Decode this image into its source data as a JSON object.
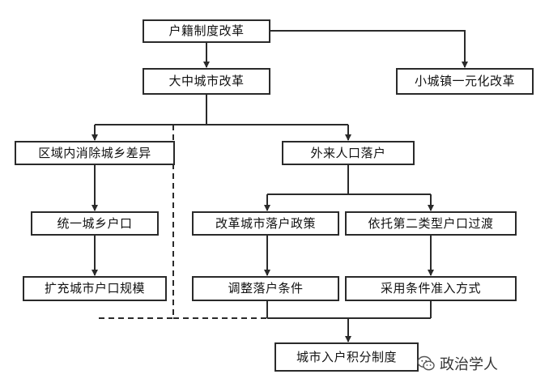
{
  "diagram": {
    "nodes": {
      "root": "户籍制度改革",
      "large_medium_city_reform": "大中城市改革",
      "small_town_reform": "小城镇一元化改革",
      "eliminate_urban_rural_gap": "区域内消除城乡差异",
      "migrant_settlement": "外来人口落户",
      "unify_household_registration": "统一城乡户口",
      "reform_settlement_policy": "改革城市落户政策",
      "second_type_household_transition": "依托第二类型户口过渡",
      "expand_city_household_scale": "扩充城市户口规模",
      "adjust_settlement_conditions": "调整落户条件",
      "conditional_access": "采用条件准入方式",
      "points_system": "城市入户积分制度"
    }
  },
  "watermark": {
    "text": "政治学人",
    "icon": "wechat-icon"
  }
}
